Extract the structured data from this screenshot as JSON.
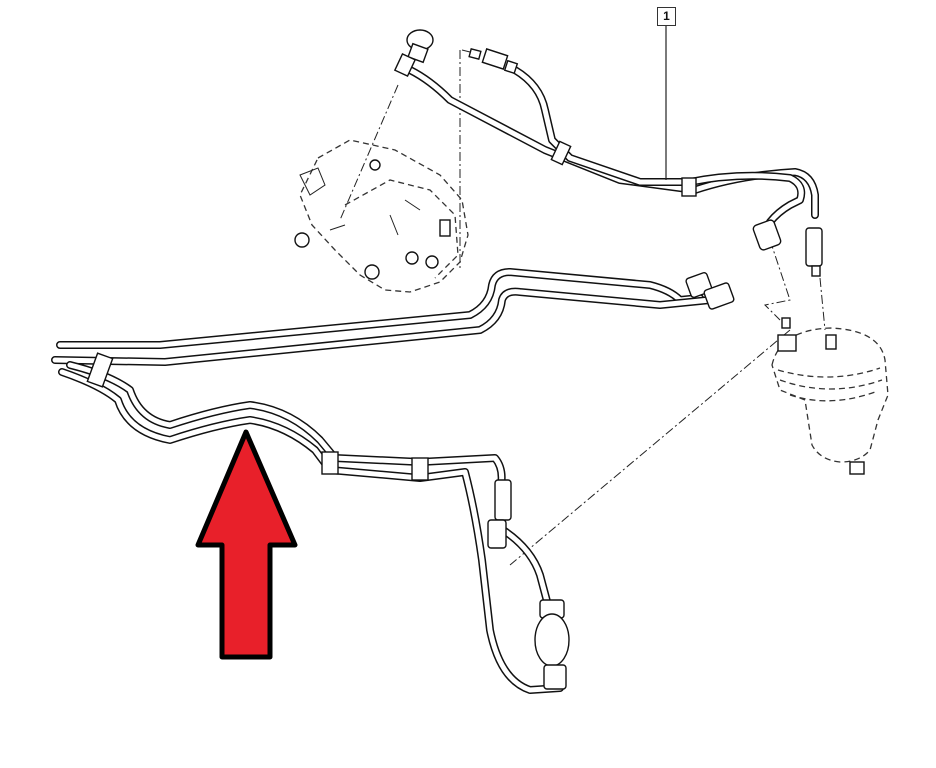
{
  "diagram": {
    "description": "Fuel line assembly exploded view",
    "callout": {
      "number": "1"
    },
    "parts": [
      {
        "name": "injection-pump"
      },
      {
        "name": "fuel-filter"
      },
      {
        "name": "hand-primer-bulb"
      },
      {
        "name": "fuel-line-bundle"
      },
      {
        "name": "quick-connectors"
      }
    ],
    "arrow": {
      "color": "#e8202a",
      "outline": "#000000",
      "direction": "up"
    }
  }
}
